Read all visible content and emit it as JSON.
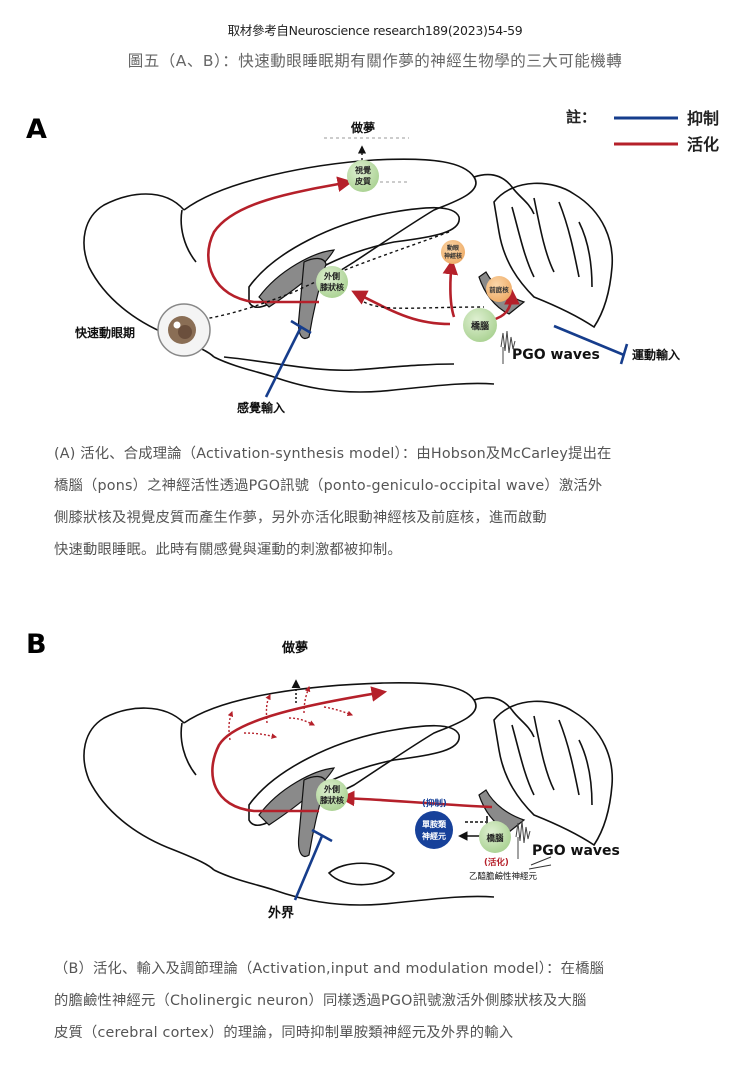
{
  "header": {
    "source": "取材參考自Neuroscience research189(2023)54-59",
    "figure_title": "圖五（A、B）：快速動眼睡眠期有關作夢的神經生物學的三大可能機轉"
  },
  "legend": {
    "label": "註：",
    "items": [
      {
        "name": "抑制",
        "color": "#163d8c",
        "meaning": "inhibition"
      },
      {
        "name": "活化",
        "color": "#b5202a",
        "meaning": "activation"
      }
    ]
  },
  "colors": {
    "activation": "#b5202a",
    "inhibition": "#163d8c",
    "node_green": "#c6e2b4",
    "node_orange": "#f3c08a",
    "node_blue": "#17419a",
    "brain_gray": "#8a8a8a"
  },
  "panelA": {
    "letter": "A",
    "nodes": {
      "dream": "做夢",
      "visual_cortex": [
        "視覺",
        "皮質"
      ],
      "lgn": [
        "外側",
        "膝狀核"
      ],
      "oculomotor": [
        "動眼",
        "神經核"
      ],
      "vestibular": "前庭核",
      "pons": "橋腦",
      "rem": "快速動眼期",
      "sensory_input": "感覺輸入",
      "motor_input": "運動輸入",
      "pgo": "PGO waves"
    },
    "caption": [
      "(A) 活化、合成理論（Activation-synthesis model）：由Hobson及McCarley提出在",
      "橋腦（pons）之神經活性透過PGO訊號（ponto-geniculo-occipital wave）激活外",
      "側膝狀核及視覺皮質而產生作夢，另外亦活化眼動神經核及前庭核，進而啟動",
      "快速動眼睡眠。此時有關感覺與運動的刺激都被抑制。"
    ]
  },
  "panelB": {
    "letter": "B",
    "nodes": {
      "dream": "做夢",
      "lgn": [
        "外側",
        "膝狀核"
      ],
      "monoamine": [
        "單胺類",
        "神經元"
      ],
      "pons": "橋腦",
      "inhibit_tag": "(抑制)",
      "activate_tag": "(活化)",
      "cholinergic": "乙醯膽鹼性神經元",
      "external": "外界",
      "pgo": "PGO waves"
    },
    "caption": [
      "（B）活化、輸入及調節理論（Activation,input and modulation model）：在橋腦",
      "的膽鹼性神經元（Cholinergic neuron）同樣透過PGO訊號激活外側膝狀核及大腦",
      "皮質（cerebral cortex）的理論，同時抑制單胺類神經元及外界的輸入"
    ]
  }
}
